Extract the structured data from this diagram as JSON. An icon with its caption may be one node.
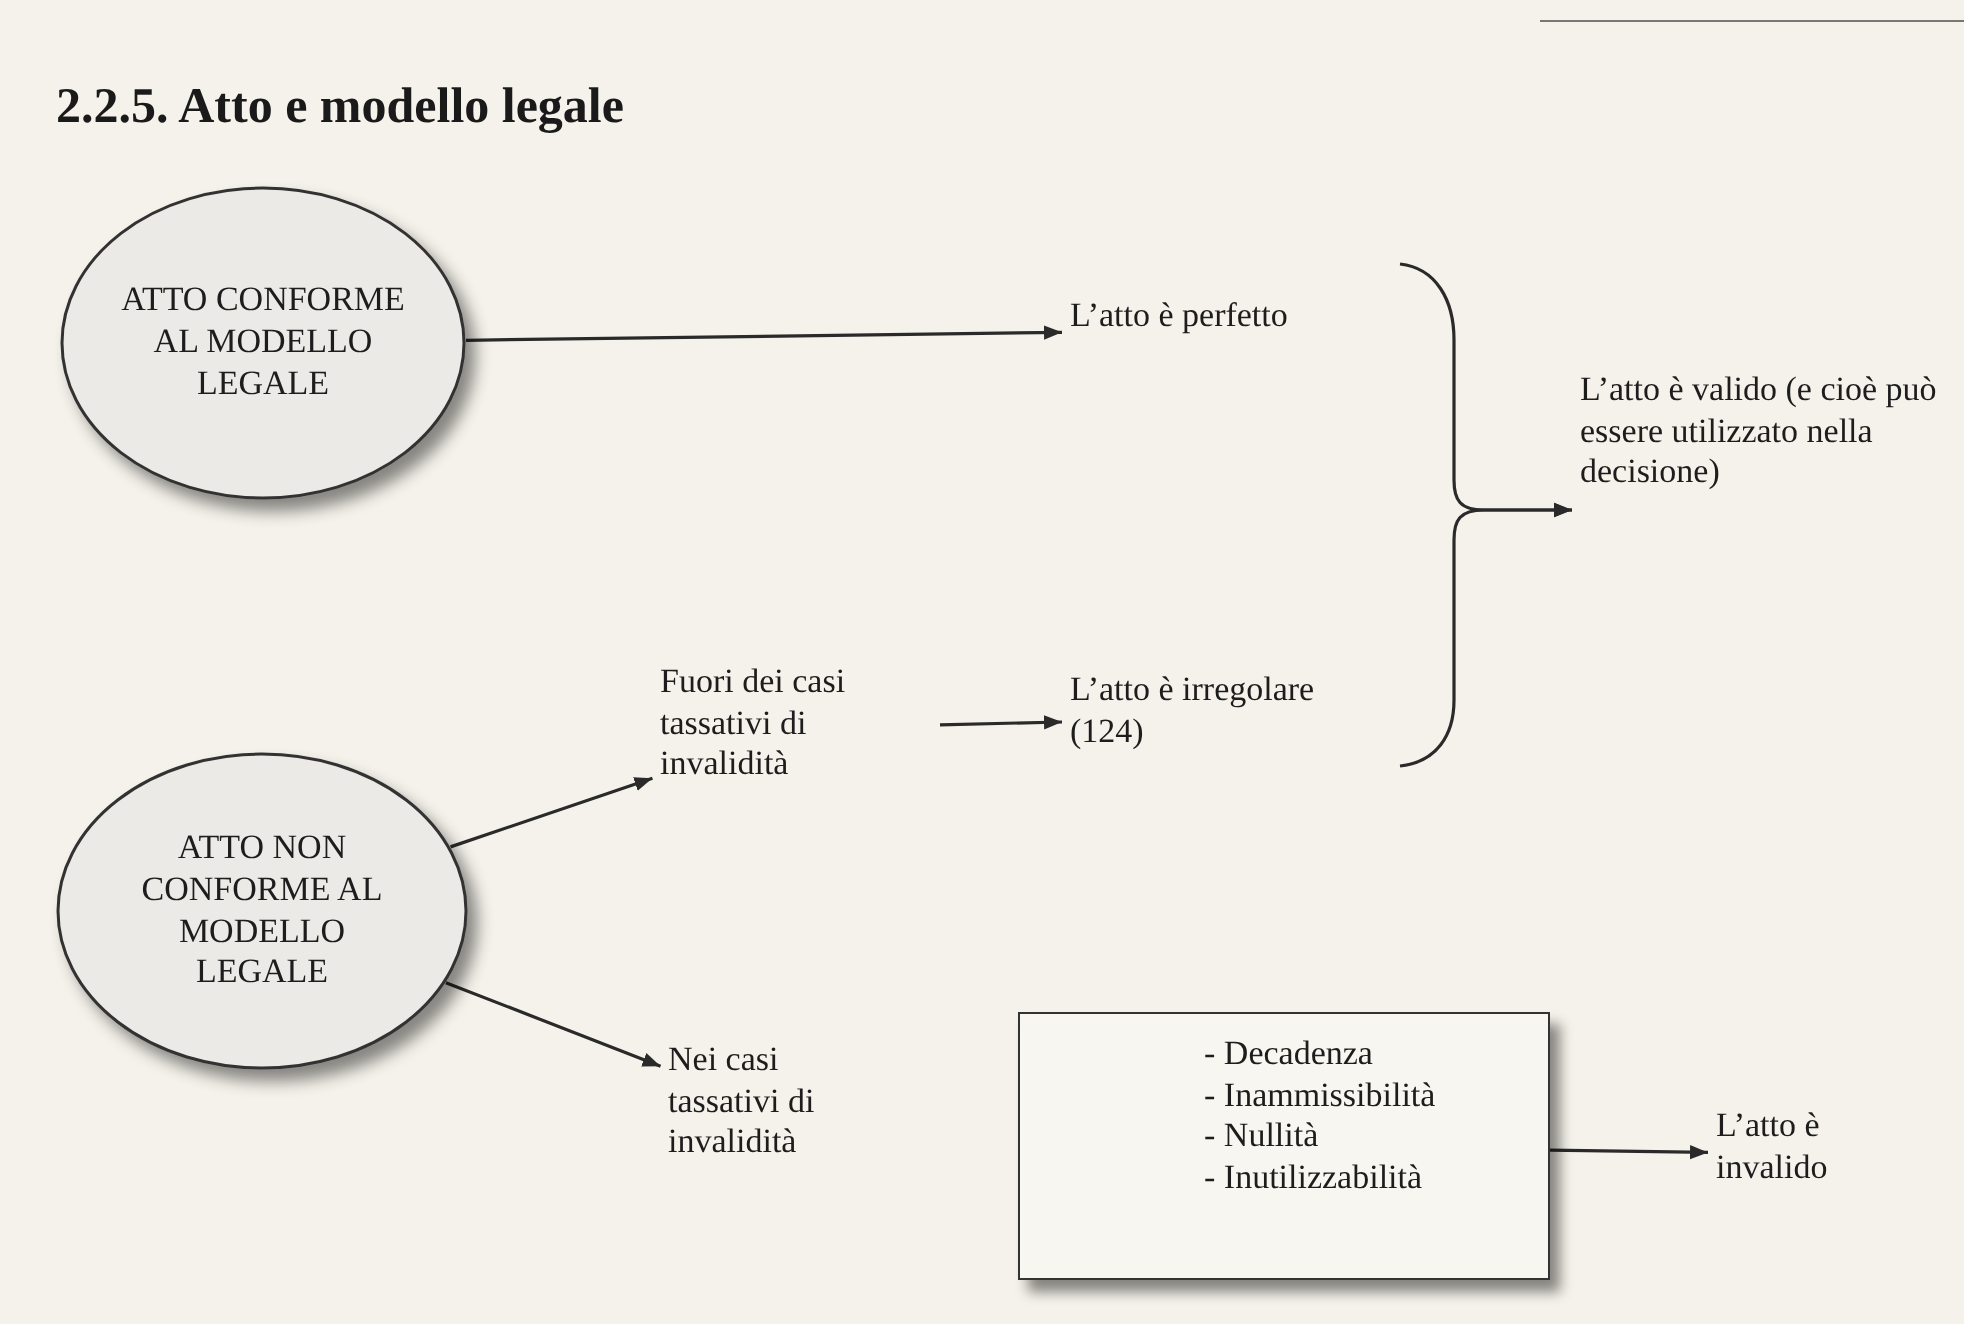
{
  "diagram": {
    "title": "2.2.5. Atto e modello legale",
    "nodes": [
      {
        "text": [
          "ATTO CONFORME AL MODELLO LEGALE"
        ]
      },
      {
        "text": [
          "L’atto è perfetto"
        ]
      },
      {
        "text": [
          "Fuori dei casi tassativi di invalidità"
        ]
      },
      {
        "text": [
          "L’atto è irregolare (124)"
        ]
      },
      {
        "text": [
          "ATTO NON CONFORME AL MODELLO LEGALE"
        ]
      },
      {
        "text": [
          "Nei casi tassativi di invalidità"
        ]
      },
      {
        "text": [
          "- Decadenza",
          "- Inammissibilità",
          "- Nullità",
          "- Inutilizzabilità"
        ]
      },
      {
        "text": [
          "L’atto è invalido"
        ]
      },
      {
        "text": [
          "L’atto è valido (e cioè può essere utilizzato nella decisione)"
        ]
      }
    ],
    "edges": [
      {
        "from": 0,
        "to": 1,
        "arrow": "to"
      },
      {
        "from": 2,
        "to": 3,
        "arrow": "to"
      },
      {
        "from": 4,
        "to": 2,
        "arrow": "to"
      },
      {
        "from": 4,
        "to": 5,
        "arrow": "to"
      },
      {
        "from": 6,
        "to": 7,
        "arrow": "to"
      },
      {
        "from": 1,
        "to": 8,
        "arrow": "to"
      },
      {
        "from": 3,
        "to": 8,
        "arrow": "to"
      }
    ]
  }
}
